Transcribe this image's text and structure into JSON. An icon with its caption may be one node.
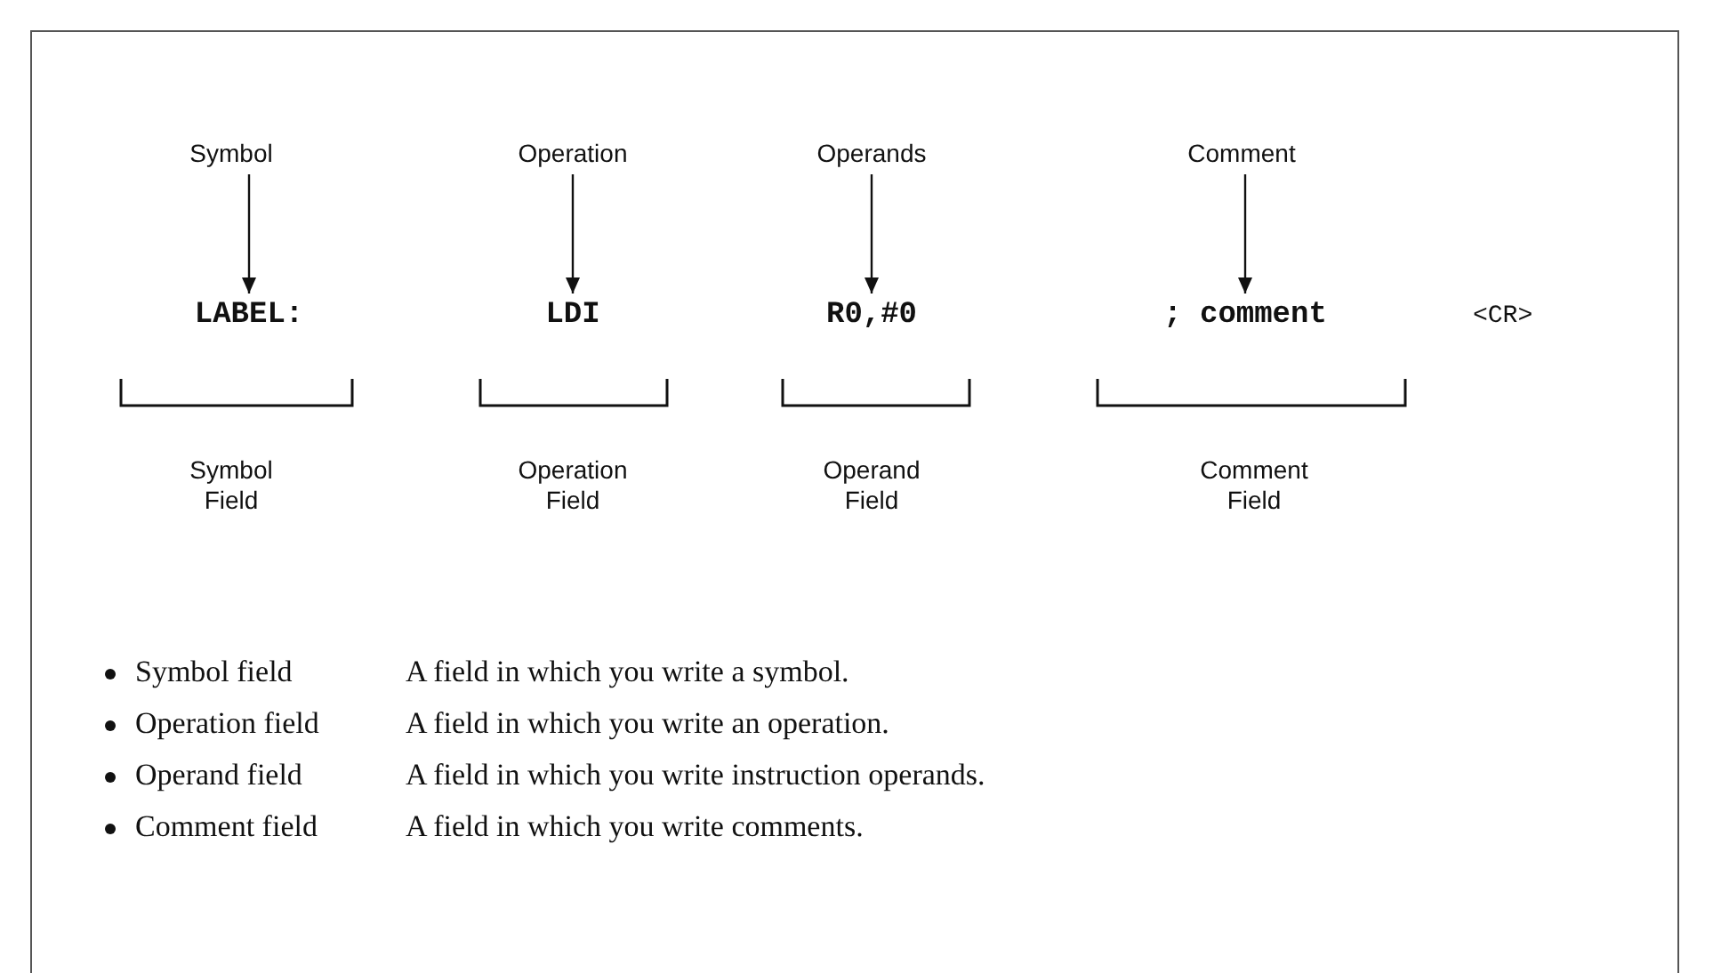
{
  "diagram": {
    "nodes": [
      {
        "text": [
          "Symbol"
        ]
      },
      {
        "text": [
          "Operation"
        ]
      },
      {
        "text": [
          "Operands"
        ]
      },
      {
        "text": [
          "Comment"
        ]
      },
      {
        "text": [
          "LABEL:"
        ]
      },
      {
        "text": [
          "LDI"
        ]
      },
      {
        "text": [
          "R0,#0"
        ]
      },
      {
        "text": [
          "; comment"
        ]
      }
    ],
    "edges": [
      {
        "from": 0,
        "to": 4,
        "arrow": "to"
      },
      {
        "from": 1,
        "to": 5,
        "arrow": "to"
      },
      {
        "from": 2,
        "to": 6,
        "arrow": "to"
      },
      {
        "from": 3,
        "to": 7,
        "arrow": "to"
      }
    ],
    "labels": [
      "<CR>",
      "Symbol Field",
      "Operation Field",
      "Operand Field",
      "Comment Field",
      "Symbol field",
      "A field in which you write a symbol.",
      "Operation field",
      "A field in which you write an operation.",
      "Operand field",
      "A field in which you write instruction operands.",
      "Comment field",
      "A field in which you write comments."
    ]
  }
}
